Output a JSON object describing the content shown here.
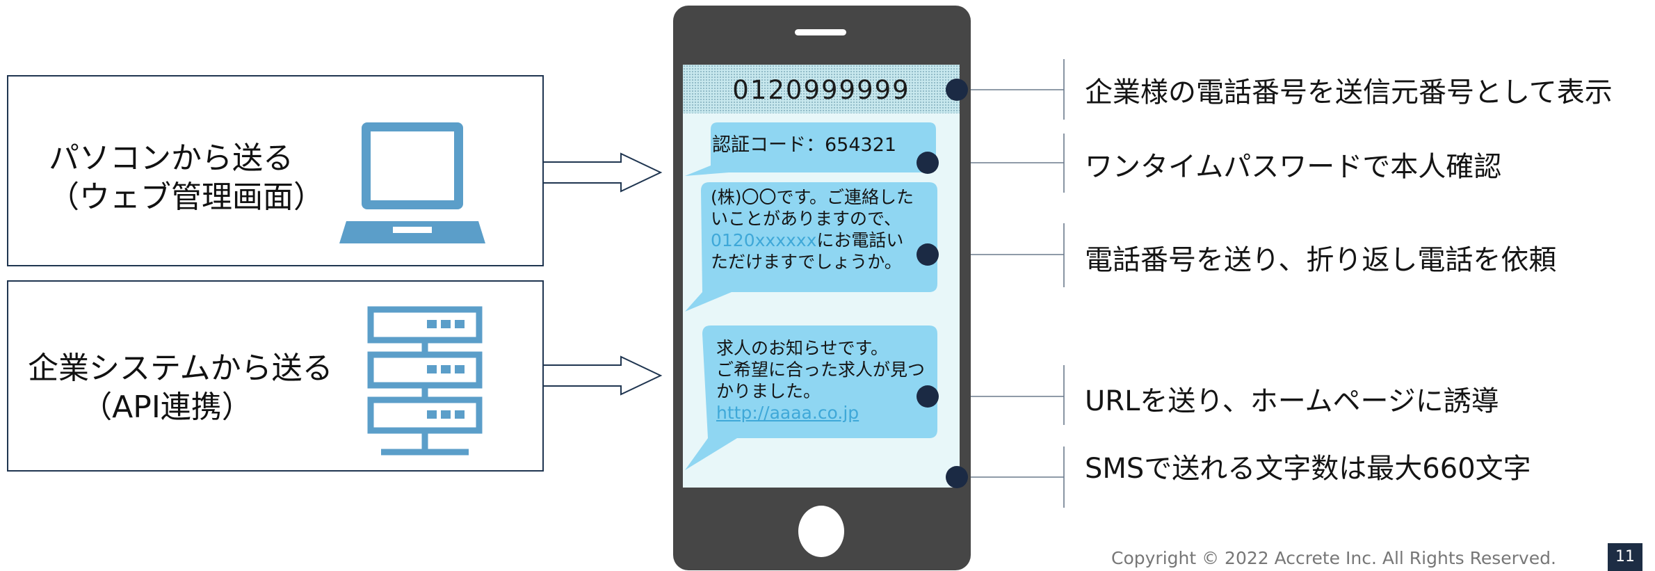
{
  "sources": [
    {
      "line1": "パソコンから送る",
      "line2": "（ウェブ管理画面）",
      "icon": "laptop-icon"
    },
    {
      "line1": "企業システムから送る",
      "line2": "（API連携）",
      "icon": "server-icon"
    }
  ],
  "phone": {
    "sender_number": "0120999999",
    "messages": [
      {
        "text": "認証コード：654321"
      },
      {
        "line1": "(株)〇〇です。ご連絡した",
        "line2": "いことがありますので、",
        "link": "0120xxxxxx",
        "line3_rest": "にお電話い",
        "line4": "ただけますでしょうか。"
      },
      {
        "line1": "求人のお知らせです。",
        "line2": "ご希望に合った求人が見つ",
        "line3": "かりました。",
        "url": "http://aaaa.co.jp"
      }
    ]
  },
  "annotations": [
    "企業様の電話番号を送信元番号として表示",
    "ワンタイムパスワードで本人確認",
    "電話番号を送り、折り返し電話を依頼",
    "URLを送り、ホームページに誘導",
    "SMSで送れる文字数は最大660文字"
  ],
  "footer": {
    "copyright": "Copyright © 2022 Accrete Inc. All Rights Reserved.",
    "page_number": "11"
  },
  "colors": {
    "box_border": "#1f3550",
    "icon_blue": "#5b9ec9",
    "phone_body": "#464646",
    "bubble": "#8fd6f2",
    "dot": "#1b2a44"
  }
}
